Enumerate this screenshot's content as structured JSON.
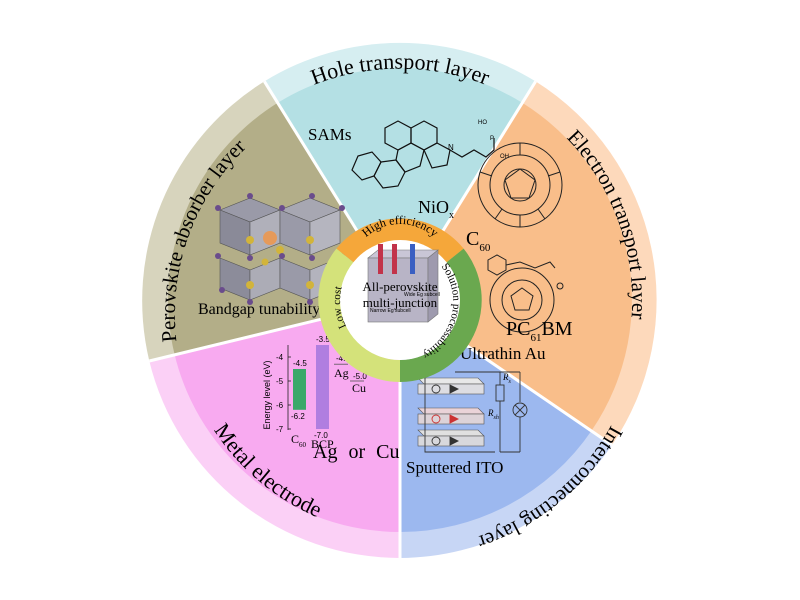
{
  "center": {
    "title_line1": "All-perovskite",
    "title_line2": "multi-junction",
    "stack_labels": {
      "top": "Wide Eg subcell",
      "bottom": "Narrow Eg subcell"
    }
  },
  "inner_ring": {
    "high_efficiency": "High efficiency",
    "solution_processability": "Solution processability",
    "low_cost": "Low cost",
    "colors": {
      "high_efficiency": "#f5a73a",
      "solution_processability": "#6aa84f",
      "low_cost": "#d4e27a"
    }
  },
  "sectors": {
    "htl": {
      "outer_label": "Hole transport layer",
      "materials": {
        "sams": "SAMs",
        "niox_base": "NiO",
        "niox_sub": "x"
      },
      "molecule_labels": {
        "ho": "HO",
        "p": "P",
        "oh": "OH",
        "n": "N"
      },
      "color": "#b4e0e4",
      "outer_color": "#d6eef1"
    },
    "etl": {
      "outer_label": "Electron transport layer",
      "materials": {
        "c60_base": "C",
        "c60_sub": "60",
        "pcbm_base": "PC",
        "pcbm_sub": "61",
        "pcbm_end": "BM"
      },
      "color": "#f9be8a",
      "outer_color": "#fdd9bb"
    },
    "icl": {
      "outer_label": "Interconnecting layer",
      "materials": {
        "au": "Ultrathin Au",
        "ito": "Sputtered ITO"
      },
      "circuit_labels": {
        "rs": "R",
        "rs_sub": "s",
        "rsh": "R",
        "rsh_sub": "sh"
      },
      "color": "#9cb8ef",
      "outer_color": "#c7d6f5"
    },
    "metal": {
      "outer_label": "Metal electrode",
      "materials": {
        "ag": "Ag",
        "or": "or",
        "cu": "Cu"
      },
      "color": "#f8aaf0",
      "outer_color": "#fbd0f6"
    },
    "absorber": {
      "outer_label": "Perovskite absorber layer",
      "caption": "Bandgap tunability",
      "color": "#b3ae88",
      "outer_color": "#d7d4bd"
    }
  },
  "energy_chart": {
    "ylabel": "Energy level (eV)",
    "ticks": [
      "-4",
      "-5",
      "-6",
      "-7"
    ],
    "c60": {
      "label_base": "C",
      "label_sub": "60",
      "top": "-4.5",
      "bottom": "-6.2",
      "top_value": -4.5,
      "bottom_value": -6.2,
      "color": "#3aa86a"
    },
    "bcp": {
      "label": "BCP",
      "top": "-3.5",
      "bottom": "-7.0",
      "top_value": -3.5,
      "bottom_value": -7.0,
      "color": "#b07ee0"
    },
    "ag": {
      "label": "Ag",
      "value_label": "-4.3",
      "value": -4.3
    },
    "cu": {
      "label": "Cu",
      "value_label": "-5.0",
      "value": -5.0
    }
  }
}
